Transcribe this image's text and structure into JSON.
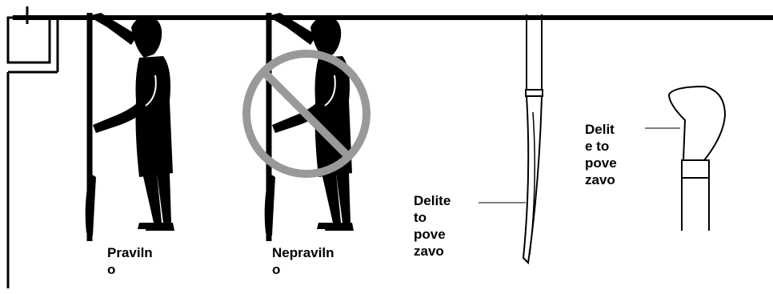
{
  "labels": {
    "correct": "Praviln\no",
    "incorrect": "Nepraviln\no",
    "strap_part_side": "Delite\nto\npove\nzavo",
    "strap_part_top": "Delit\ne to\npove\nzavo"
  },
  "icons": {
    "wall_corner": "doorframe-corner-icon",
    "person_correct": "person-hanging-strap-icon",
    "person_incorrect": "person-hanging-strap-icon",
    "prohibition": "prohibition-sign-icon",
    "strap_side": "strap-side-view-icon",
    "strap_top": "strap-top-view-icon"
  },
  "colors": {
    "ink": "#000000",
    "prohibition_ring": "#999999",
    "background": "#ffffff"
  }
}
